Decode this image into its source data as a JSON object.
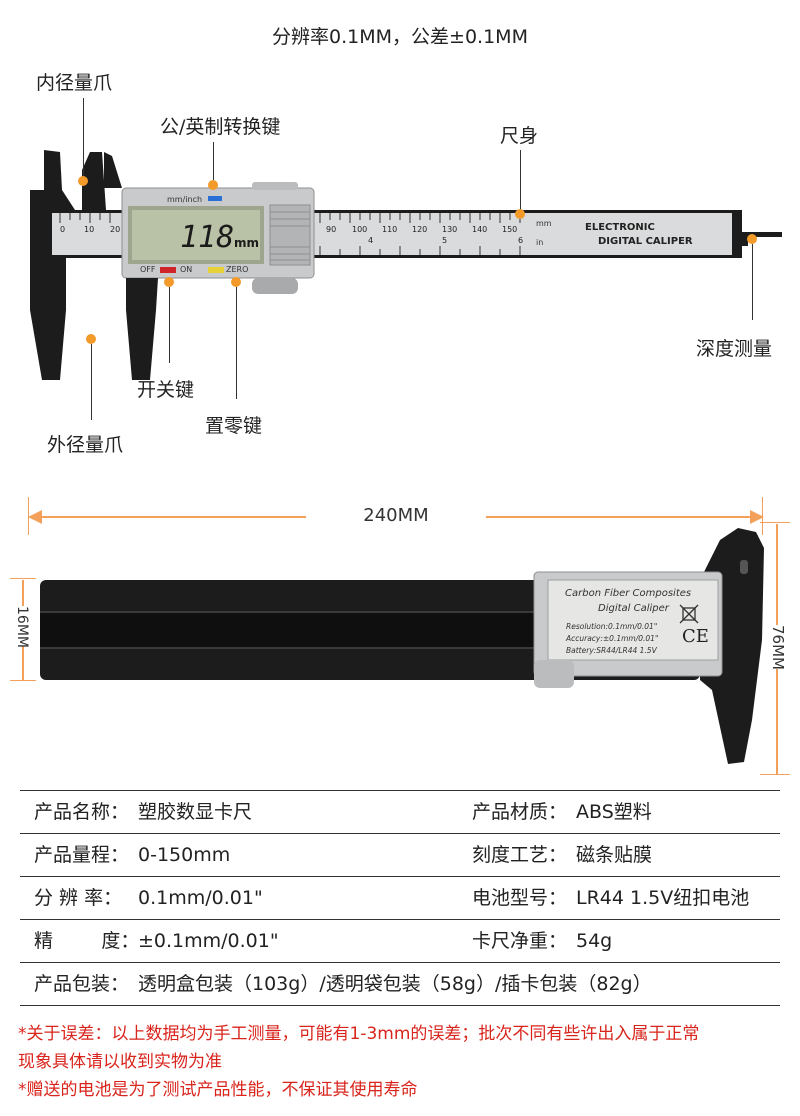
{
  "header": {
    "resolution_text": "分辨率0.1MM，公差±0.1MM"
  },
  "callouts": {
    "inner_jaw": "内径量爪",
    "unit_switch": "公/英制转换键",
    "ruler_body": "尺身",
    "depth": "深度测量",
    "power": "开关键",
    "zero": "置零键",
    "outer_jaw": "外径量爪"
  },
  "caliper_front": {
    "display_reading": "118",
    "display_unit": "mm",
    "unit_button_label": "mm/inch",
    "off_label": "OFF",
    "on_label": "ON",
    "zero_label": "ZERO",
    "brand_line1": "ELECTRONIC",
    "brand_line2": "DIGITAL CALIPER",
    "scale_mm": "mm",
    "scale_in": "in",
    "scale_numbers": [
      "0",
      "10",
      "20",
      "90",
      "100",
      "110",
      "120",
      "130",
      "140",
      "150"
    ],
    "inch_numbers": [
      "4",
      "5",
      "6"
    ]
  },
  "dimensions": {
    "length": "240MM",
    "thickness": "16MM",
    "height": "76MM"
  },
  "caliper_back": {
    "line1": "Carbon Fiber Composites",
    "line2": "Digital Caliper",
    "line3": "Resolution:0.1mm/0.01\"",
    "line4": "Accuracy:±0.1mm/0.01\"",
    "line5": "Battery:SR44/LR44 1.5V",
    "ce": "CE"
  },
  "specs": {
    "rows": [
      {
        "k1": "产品名称：",
        "v1": "塑胶数显卡尺",
        "k2": "产品材质：",
        "v2": "ABS塑料"
      },
      {
        "k1": "产品量程：",
        "v1": "0-150mm",
        "k2": "刻度工艺：",
        "v2": "磁条贴膜"
      },
      {
        "k1": "分 辨 率：",
        "v1": "0.1mm/0.01\"",
        "k2": "电池型号：",
        "v2": "LR44 1.5V纽扣电池"
      },
      {
        "k1": "精        度：",
        "v1": "±0.1mm/0.01\"",
        "k2": "卡尺净重：",
        "v2": "54g"
      }
    ],
    "packaging_key": "产品包装：",
    "packaging_value": "透明盒包装（103g）/透明袋包装（58g）/插卡包装（82g）"
  },
  "notes": {
    "line1": "*关于误差：以上数据均为手工测量，可能有1-3mm的误差；批次不同有些许出入属于正常",
    "line2": "现象具体请以收到实物为准",
    "line3": "*赠送的电池是为了测试产品性能，不保证其使用寿命"
  },
  "colors": {
    "accent_orange": "#f39a2a",
    "note_red": "#d9241c",
    "caliper_black": "#1c1c1c",
    "housing_silver": "#c9cacc",
    "lcd_green": "#b9c2a6"
  }
}
